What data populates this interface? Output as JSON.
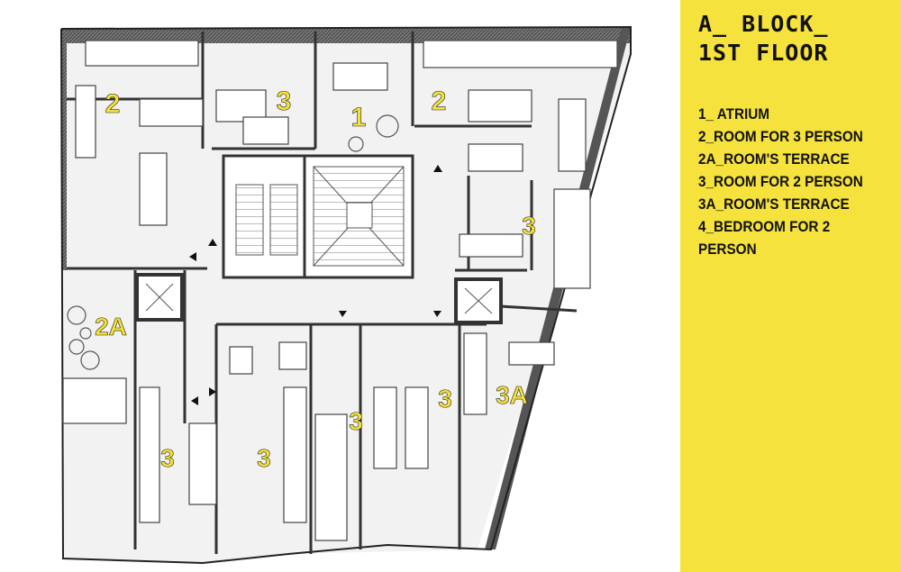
{
  "legend": {
    "title_line1": "A_ BLOCK_",
    "title_line2": "1ST FLOOR",
    "items": [
      "1_ ATRIUM",
      "2_ROOM FOR 3 PERSON",
      "2A_ROOM'S TERRACE",
      "3_ROOM FOR 2 PERSON",
      "3A_ROOM'S TERRACE",
      "4_BEDROOM FOR 2",
      "PERSON"
    ]
  },
  "plan_labels": {
    "atrium": "1",
    "room2_left": "2",
    "room2_right": "2",
    "room3_top": "3",
    "room3_east": "3",
    "terrace2a": "2A",
    "terrace3a": "3A",
    "room3_sw": "3",
    "room3_s2": "3",
    "room3_s3": "3",
    "room3_s4": "3"
  },
  "colors": {
    "accent_yellow": "#f6e23c",
    "wall": "#333333",
    "label_fill": "#f4e23a"
  }
}
